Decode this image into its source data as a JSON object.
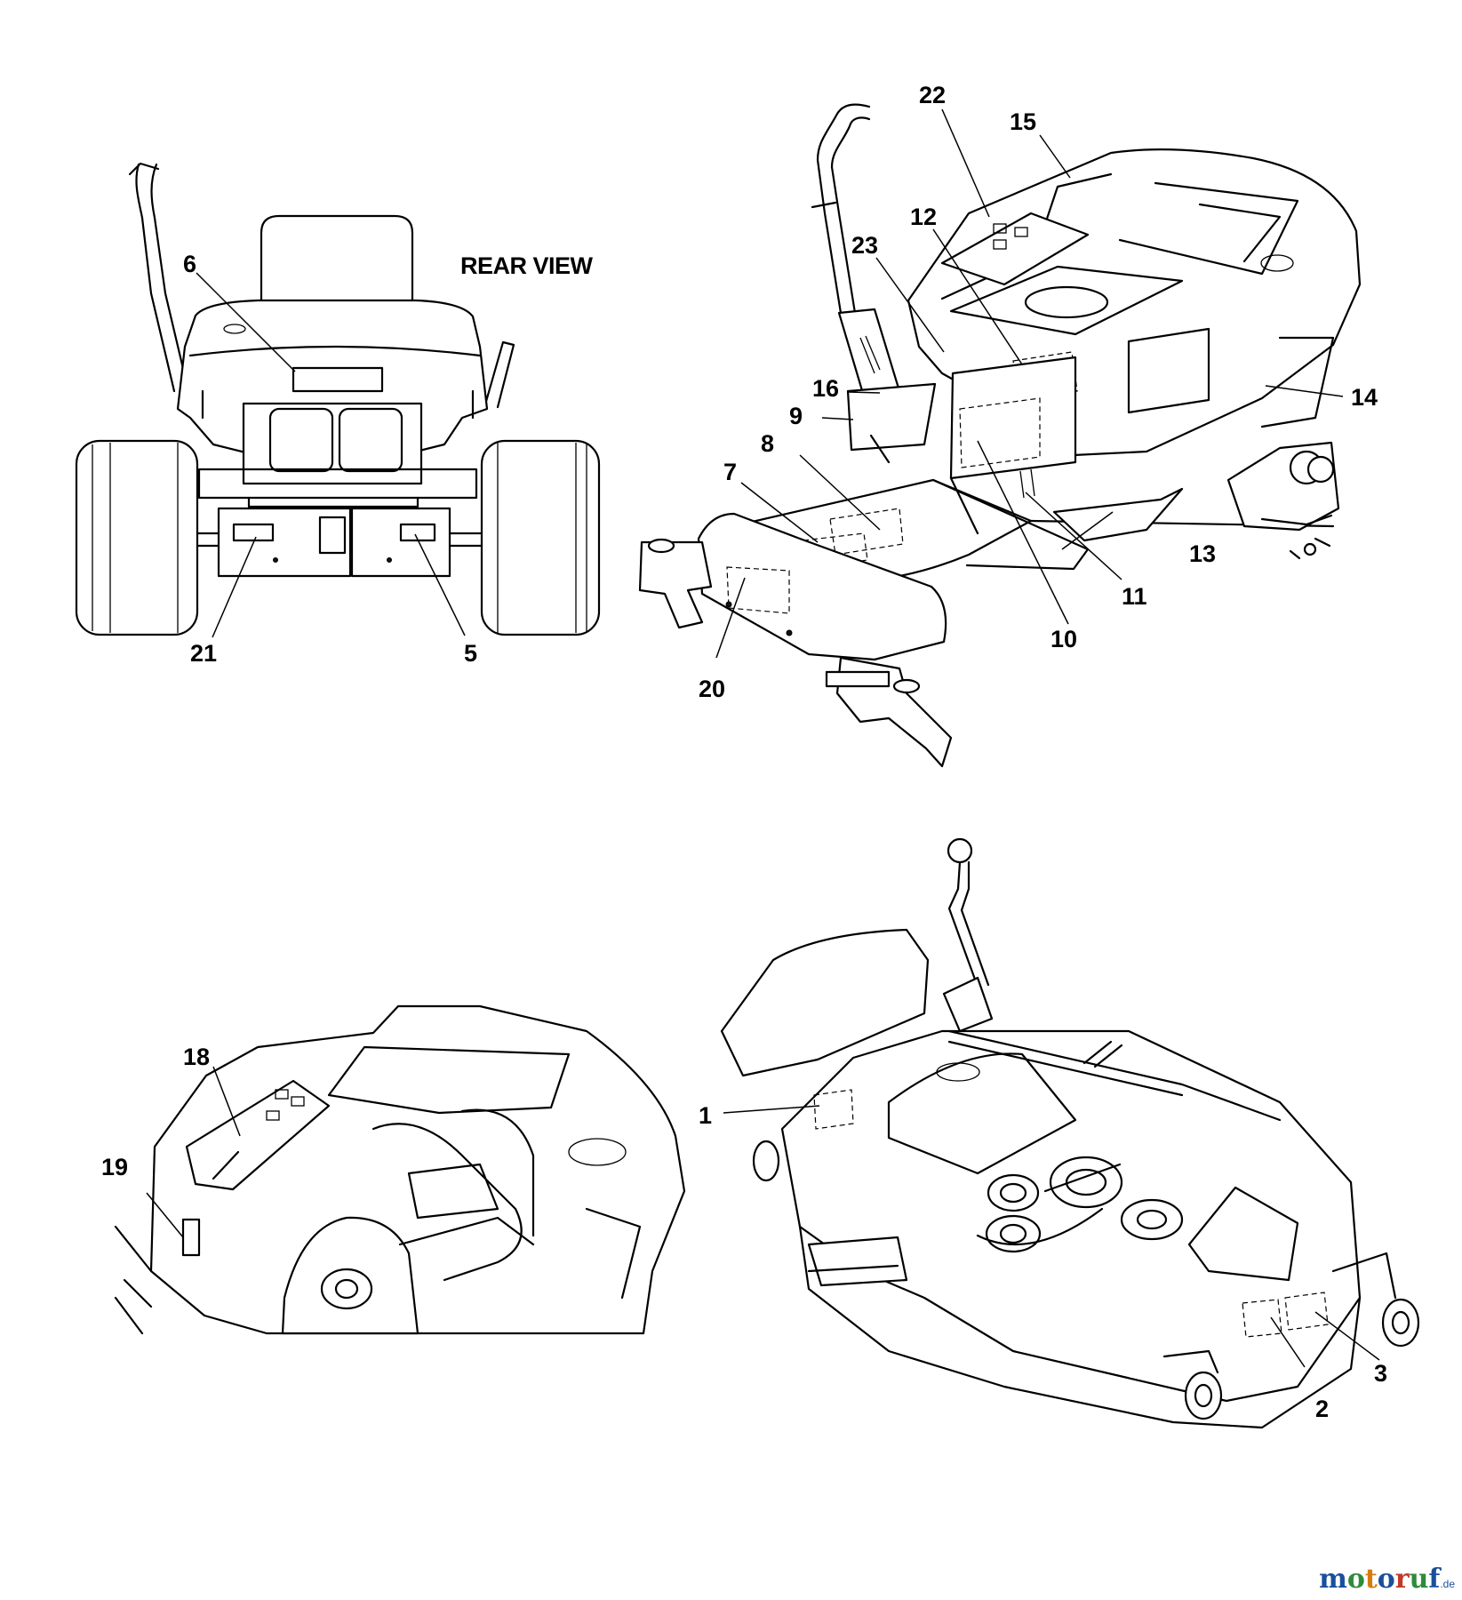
{
  "rear_view_label": "REAR VIEW",
  "callouts": {
    "c1": "1",
    "c2": "2",
    "c3": "3",
    "c5": "5",
    "c6": "6",
    "c7": "7",
    "c8": "8",
    "c9": "9",
    "c10": "10",
    "c11": "11",
    "c12": "12",
    "c13": "13",
    "c14": "14",
    "c15": "15",
    "c16": "16",
    "c18": "18",
    "c19": "19",
    "c20": "20",
    "c21": "21",
    "c22": "22",
    "c23": "23"
  },
  "watermark": {
    "letters": [
      "m",
      "o",
      "t",
      "o",
      "r",
      "u",
      "f"
    ],
    "letter_colors": [
      "#1a4f9c",
      "#2e8b3a",
      "#d97a10",
      "#1a4f9c",
      "#c0392b",
      "#2e8b3a",
      "#1a4f9c"
    ],
    "suffix": ".de"
  }
}
